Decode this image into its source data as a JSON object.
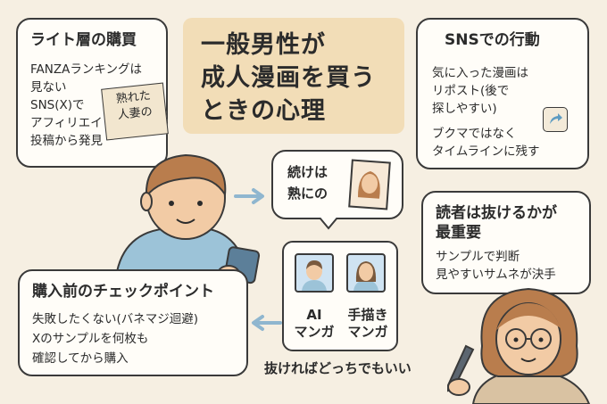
{
  "title": {
    "lines": [
      "一般男性が",
      "成人漫画を買う",
      "ときの心理"
    ]
  },
  "light_layer": {
    "heading": "ライト層の購買",
    "lines": [
      "FANZAランキングは",
      "見ない",
      "SNS(X)で",
      "アフィリエイト",
      "投稿から発見"
    ],
    "note": [
      "熟れた",
      "人妻の"
    ]
  },
  "sns": {
    "heading": "SNSでの行動",
    "lines": [
      "気に入った漫画は",
      "リポスト(後で",
      "探しやすい)",
      "ブクマではなく",
      "タイムラインに残す"
    ]
  },
  "sequel": {
    "lines": [
      "続けは",
      "熟にの"
    ]
  },
  "reader": {
    "heading_lines": [
      "読者は抜けるかが",
      "最重要"
    ],
    "lines": [
      "サンプルで判断",
      "見やすいサムネが決手"
    ]
  },
  "pre_purchase": {
    "heading": "購入前のチェックポイント",
    "lines": [
      "失敗したくない(バネマジ迴避)",
      "Xのサンプルを何枚も",
      "確認してから購入"
    ]
  },
  "compare": {
    "ai_label": [
      "AI",
      "マンガ"
    ],
    "hand_label": [
      "手描き",
      "マンガ"
    ],
    "footer": "抜ければどっちでもいい"
  },
  "icons": {
    "repost": "share-arrow-icon",
    "arrow_right": "arrow-right-icon",
    "arrow_left": "arrow-left-icon",
    "pen": "pen-icon",
    "phone": "smartphone-icon"
  },
  "colors": {
    "background": "#f6efe2",
    "title_panel": "#f2ddb7",
    "arrow": "#8fb6cf",
    "man_shirt": "#9cc3d8",
    "woman_top": "#d9c2a2"
  }
}
